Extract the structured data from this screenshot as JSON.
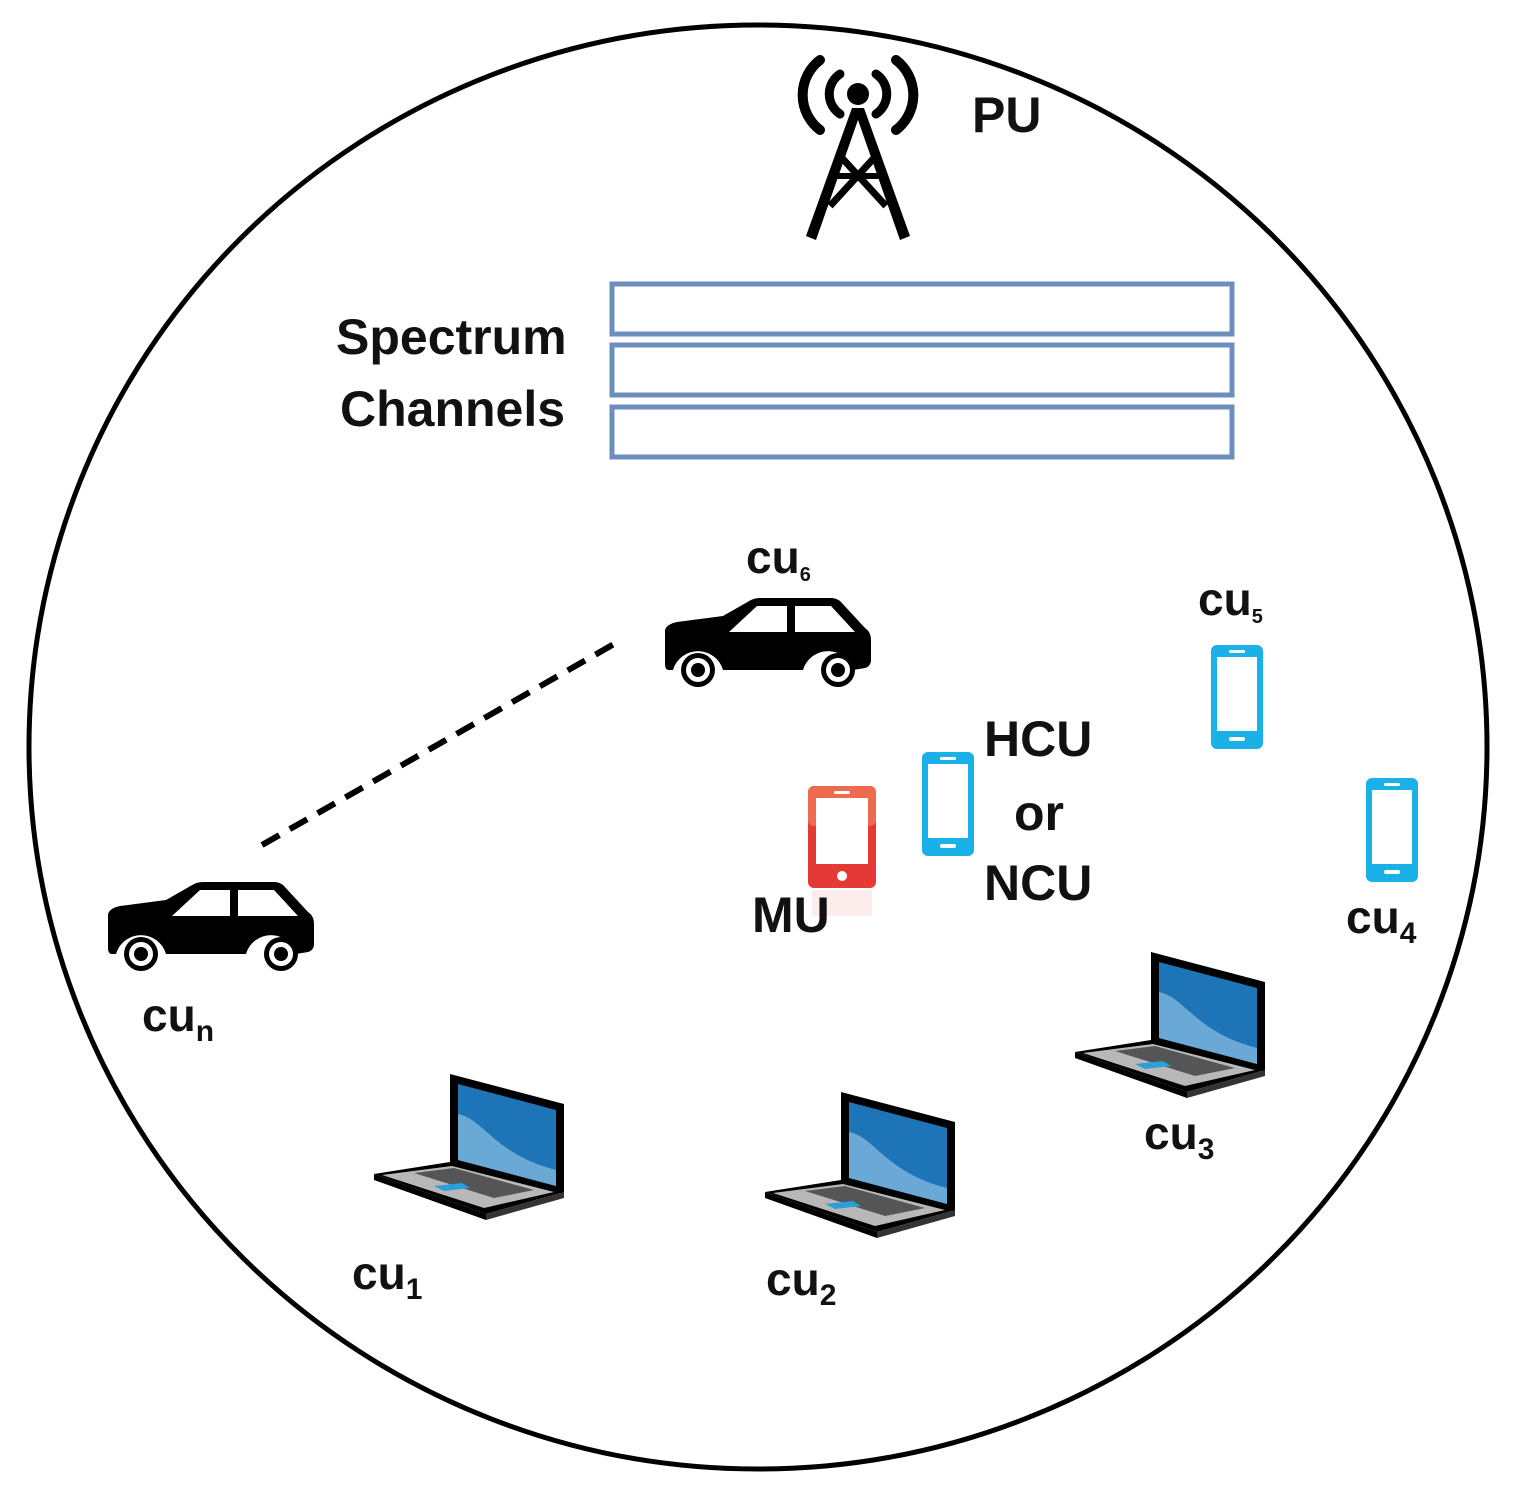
{
  "colors": {
    "outline": "#000000",
    "channel_border": "#6c8ebf",
    "phone_cyan": "#1ab0e8",
    "phone_red": "#e53935",
    "laptop_screen": "#1d74b6",
    "car": "#000000"
  },
  "base_station": {
    "label": "PU",
    "icon": "radio-tower-icon"
  },
  "spectrum": {
    "line1": "Spectrum",
    "line2": "Channels",
    "channel_count": 3
  },
  "users": {
    "mu": {
      "label": "MU",
      "icon": "red-smartphone-icon"
    },
    "hcu_ncu": {
      "line1": "HCU",
      "line2": "or",
      "line3": "NCU",
      "icon": "cyan-smartphone-icon"
    },
    "cu1": {
      "base": "cu",
      "sub": "1",
      "icon": "laptop-icon"
    },
    "cu2": {
      "base": "cu",
      "sub": "2",
      "icon": "laptop-icon"
    },
    "cu3": {
      "base": "cu",
      "sub": "3",
      "icon": "laptop-icon"
    },
    "cu4": {
      "base": "cu",
      "sub": "4",
      "icon": "cyan-smartphone-icon"
    },
    "cu5": {
      "base": "cu",
      "sub": "5",
      "icon": "cyan-smartphone-icon"
    },
    "cu6": {
      "base": "cu",
      "sub": "6",
      "icon": "car-icon"
    },
    "cun": {
      "base": "cu",
      "sub": "n",
      "icon": "car-icon"
    }
  }
}
